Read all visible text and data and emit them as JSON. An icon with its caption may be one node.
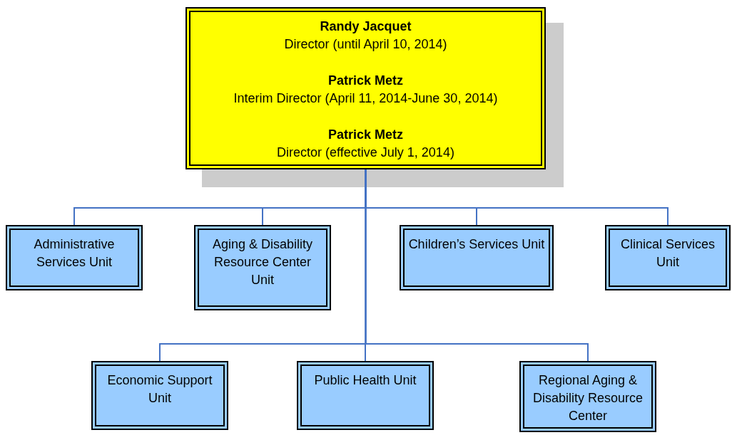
{
  "diagram": {
    "nodes": [
      {
        "text": [
          "Randy Jacquet",
          "Director (until April 10, 2014)",
          "Patrick Metz",
          "Interim Director (April 11, 2014-June 30, 2014)",
          "Patrick Metz",
          "Director (effective July 1, 2014)"
        ]
      },
      {
        "text": [
          "Administrative Services Unit"
        ]
      },
      {
        "text": [
          "Aging & Disability Resource Center Unit"
        ]
      },
      {
        "text": [
          "Children’s Services Unit"
        ]
      },
      {
        "text": [
          "Clinical Services Unit"
        ]
      },
      {
        "text": [
          "Economic Support Unit"
        ]
      },
      {
        "text": [
          "Public Health Unit"
        ]
      },
      {
        "text": [
          "Regional Aging & Disability Resource Center"
        ]
      }
    ],
    "edges": [
      {
        "from": 0,
        "to": 1,
        "arrow": "none"
      },
      {
        "from": 0,
        "to": 2,
        "arrow": "none"
      },
      {
        "from": 0,
        "to": 3,
        "arrow": "none"
      },
      {
        "from": 0,
        "to": 4,
        "arrow": "none"
      },
      {
        "from": 0,
        "to": 5,
        "arrow": "none"
      },
      {
        "from": 0,
        "to": 6,
        "arrow": "none"
      },
      {
        "from": 0,
        "to": 7,
        "arrow": "none"
      }
    ]
  }
}
